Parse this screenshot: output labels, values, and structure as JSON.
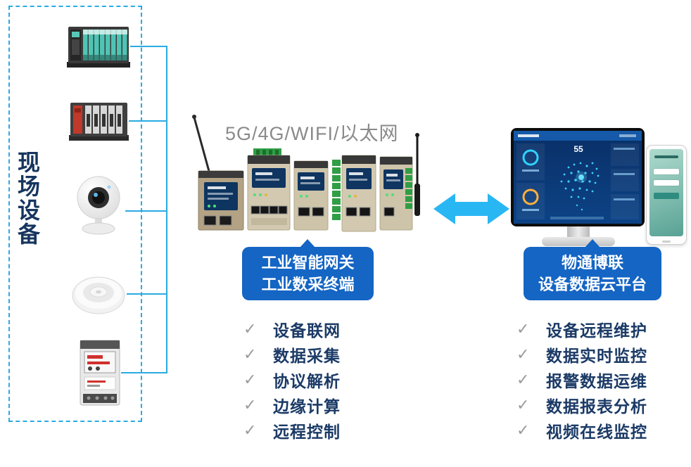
{
  "glyphs": {
    "check": "✓"
  },
  "colors": {
    "accent_blue": "#1465c4",
    "line_blue": "#29abe2",
    "arrow_cyan": "#29b7f3",
    "text_navy": "#1b3a66",
    "muted_gray": "#8a8a8a"
  },
  "field_panel": {
    "label": "现场设备"
  },
  "gateway": {
    "connectivity_label": "5G/4G/WIFI/以太网",
    "title_line1": "工业智能网关",
    "title_line2": "工业数采终端",
    "features": [
      "设备联网",
      "数据采集",
      "协议解析",
      "边缘计算",
      "远程控制"
    ]
  },
  "cloud": {
    "title_line1": "物通博联",
    "title_line2": "设备数据云平台",
    "features": [
      "设备远程维护",
      "数据实时监控",
      "报警数据运维",
      "数据报表分析",
      "视频在线监控"
    ],
    "dashboard_stat": "55"
  }
}
